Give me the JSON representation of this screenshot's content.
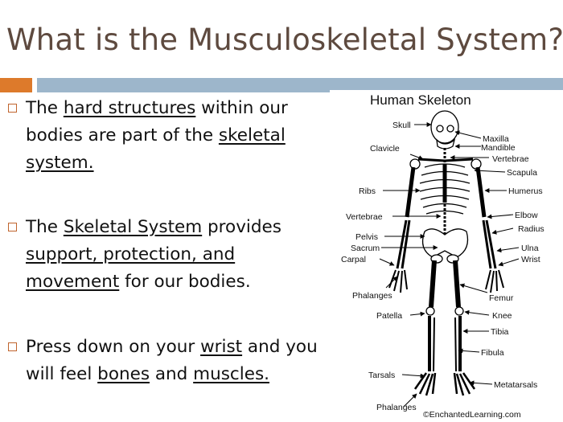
{
  "slide": {
    "title": "What is the Musculoskeletal System?",
    "bullets": [
      {
        "parts": [
          {
            "t": "The "
          },
          {
            "t": "hard structures",
            "u": true
          },
          {
            "t": " within our bodies are part of the "
          },
          {
            "t": "skeletal system.",
            "u": true
          }
        ]
      },
      {
        "parts": [
          {
            "t": "The "
          },
          {
            "t": "Skeletal System",
            "u": true
          },
          {
            "t": " provides "
          },
          {
            "t": "support, protection, and movement",
            "u": true
          },
          {
            "t": " for our bodies."
          }
        ]
      },
      {
        "parts": [
          {
            "t": "Press down on your "
          },
          {
            "t": "wrist",
            "u": true
          },
          {
            "t": " and you will feel "
          },
          {
            "t": "bones",
            "u": true
          },
          {
            "t": " and "
          },
          {
            "t": "muscles.",
            "u": true
          }
        ]
      }
    ]
  },
  "diagram": {
    "title": "Human Skeleton",
    "credit": "©EnchantedLearning.com",
    "labels": {
      "skull": "Skull",
      "maxilla": "Maxilla",
      "mandible": "Mandible",
      "clavicle": "Clavicle",
      "vertebrae_r": "Vertebrae",
      "scapula": "Scapula",
      "ribs": "Ribs",
      "humerus": "Humerus",
      "vertebrae_l": "Vertebrae",
      "elbow": "Elbow",
      "radius": "Radius",
      "pelvis": "Pelvis",
      "sacrum": "Sacrum",
      "ulna": "Ulna",
      "carpal": "Carpal",
      "wrist": "Wrist",
      "phalanges_hand": "Phalanges",
      "femur": "Femur",
      "patella": "Patella",
      "knee": "Knee",
      "tibia": "Tibia",
      "fibula": "Fibula",
      "tarsals": "Tarsals",
      "metatarsals": "Metatarsals",
      "phalanges_foot": "Phalanges"
    }
  },
  "colors": {
    "title": "#5e4a3f",
    "accent_orange": "#dd7a2b",
    "accent_blue": "#9db6cb"
  }
}
